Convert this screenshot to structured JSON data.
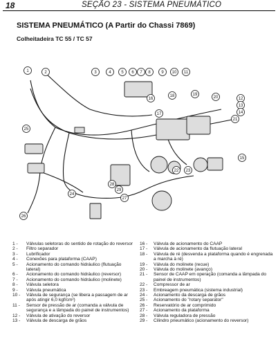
{
  "header": {
    "page_number": "18",
    "section_title": "SEÇÃO 23 - SISTEMA PNEUMÁTICO"
  },
  "title": "SISTEMA PNEUMÁTICO (A Partir do Chassi 7869)",
  "subtitle": "Colheitadeira TC 55 / TC 57",
  "diagram": {
    "callouts": [
      "1",
      "2",
      "3",
      "4",
      "5",
      "6",
      "7",
      "8",
      "9",
      "10",
      "11",
      "12",
      "13",
      "14",
      "15",
      "16",
      "17",
      "18",
      "19",
      "20",
      "21",
      "22",
      "23",
      "24",
      "25",
      "26",
      "27",
      "28",
      "29"
    ]
  },
  "legend_left": [
    {
      "n": "1 -",
      "text": "Válvulas seletoras do sentido de rotação do reversor"
    },
    {
      "n": "2 -",
      "text": "Filtro separador"
    },
    {
      "n": "3 -",
      "text": "Lubrificador"
    },
    {
      "n": "4 -",
      "text": "Conexões para plataforma (CAAP)"
    },
    {
      "n": "5 -",
      "text": "Acionamento do comando hidráulico (flutuação lateral)"
    },
    {
      "n": "6 -",
      "text": "Acionamento do comando hidráulico (reversor)"
    },
    {
      "n": "7 -",
      "text": "Acionamento do comando hidráulico (molinete)"
    },
    {
      "n": "8 -",
      "text": "Válvula seletora"
    },
    {
      "n": "9 -",
      "text": "Válvula pneumática"
    },
    {
      "n": "10 -",
      "text": "Válvula de segurança (se libera a passagem de ar após atingir 6,0 kgf/cm²)"
    },
    {
      "n": "11 -",
      "text": "Sensor de pressão de ar (comanda a válvula de segurança e a lâmpada do painel de instrumentos)"
    },
    {
      "n": "12 -",
      "text": "Válvula de ativação do reversor"
    },
    {
      "n": "13 -",
      "text": "Válvula de descarga de grãos"
    }
  ],
  "legend_right": [
    {
      "n": "16 -",
      "text": "Válvula de acionamento do CAAP"
    },
    {
      "n": "17 -",
      "text": "Válvula de acionamento da flutuação lateral"
    },
    {
      "n": "18 -",
      "text": "Válvula de ré (desvenda a plataforma quando é engrenada a marcha à ré)"
    },
    {
      "n": "19 -",
      "text": "Válvula do molinete (recue)"
    },
    {
      "n": "20 -",
      "text": "Válvula do molinete (avanço)"
    },
    {
      "n": "21 -",
      "text": "Sensor de CAAP em operação (comanda a lâmpada do painel de instrumentos)"
    },
    {
      "n": "22 -",
      "text": "Compressor de ar"
    },
    {
      "n": "23 -",
      "text": "Embreagem pneumática (sistema industrial)"
    },
    {
      "n": "24 -",
      "text": "Acionamento da descarga de grãos"
    },
    {
      "n": "25 -",
      "text": "Acionamento do \"rotary separator\""
    },
    {
      "n": "26 -",
      "text": "Reservatório de ar comprimido"
    },
    {
      "n": "27 -",
      "text": "Acionamento da plataforma"
    },
    {
      "n": "28 -",
      "text": "Válvula reguladora de pressão"
    },
    {
      "n": "29 -",
      "text": "Cilindro pneumático (acionamento do reversor)"
    }
  ]
}
